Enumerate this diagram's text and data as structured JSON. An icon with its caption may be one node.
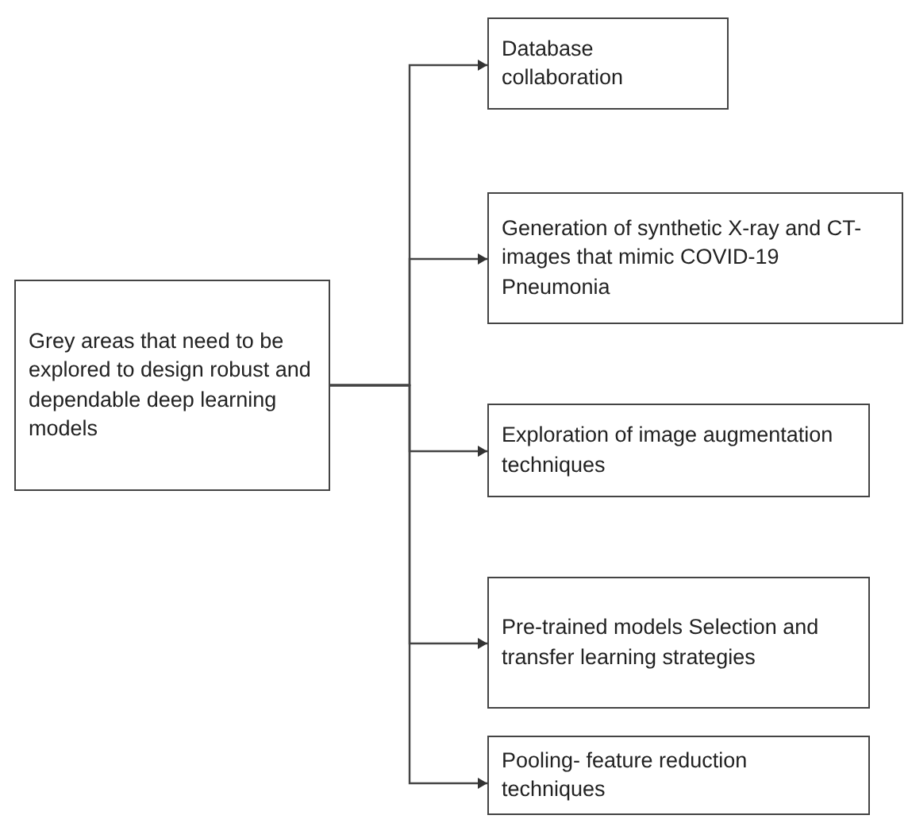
{
  "diagram": {
    "nodes": [
      {
        "text": [
          "Grey areas that need to be explored to design robust and dependable deep learning models"
        ]
      },
      {
        "text": [
          "Database collaboration"
        ]
      },
      {
        "text": [
          "Generation of synthetic X-ray and CT-images that mimic COVID-19 Pneumonia"
        ]
      },
      {
        "text": [
          "Exploration of image augmentation techniques"
        ]
      },
      {
        "text": [
          "Pre-trained models Selection and transfer learning strategies"
        ]
      },
      {
        "text": [
          "Pooling- feature reduction techniques"
        ]
      }
    ],
    "edges": [
      {
        "from": 0,
        "to": 1,
        "arrow": "to"
      },
      {
        "from": 0,
        "to": 2,
        "arrow": "to"
      },
      {
        "from": 0,
        "to": 3,
        "arrow": "to"
      },
      {
        "from": 0,
        "to": 4,
        "arrow": "to"
      },
      {
        "from": 0,
        "to": 5,
        "arrow": "to"
      }
    ]
  }
}
